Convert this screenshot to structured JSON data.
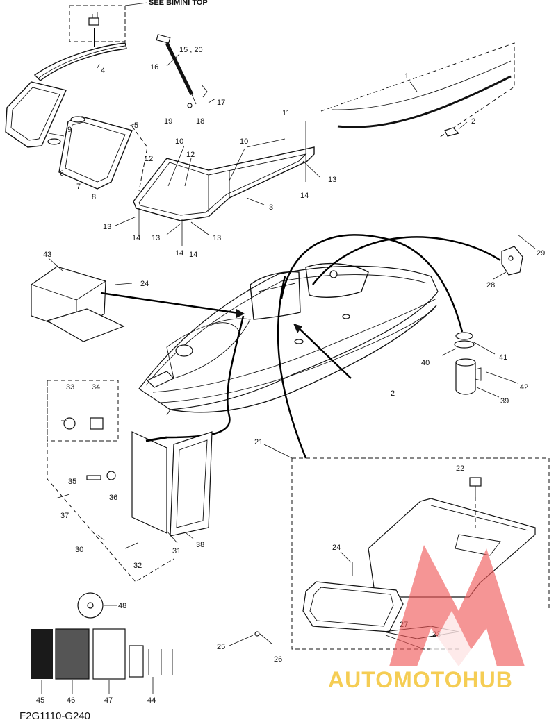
{
  "header_note": "SEE BIMINI TOP",
  "figure_code": "F2G1110-G240",
  "watermark": "AUTOMOTOHUB",
  "watermark_colors": {
    "accent": "#f05a5a",
    "gold": "#f5c842",
    "dark": "#1c1c1c"
  },
  "callouts": {
    "c1": "1",
    "c2a": "2",
    "c2b": "2",
    "c3": "3",
    "c4": "4",
    "c5": "5",
    "c6": "6",
    "c7": "7",
    "c8": "8",
    "c9": "9",
    "c10a": "10",
    "c10b": "10",
    "c11": "11",
    "c12a": "12",
    "c12b": "12",
    "c13a": "13",
    "c13b": "13",
    "c13c": "13",
    "c13d": "13",
    "c14a": "14",
    "c14b": "14",
    "c14c": "14",
    "c14d": "14",
    "c1520": "15 , 20",
    "c16": "16",
    "c17": "17",
    "c18": "18",
    "c19": "19",
    "c21": "21",
    "c22": "22",
    "c23": "23",
    "c24a": "24",
    "c24b": "24",
    "c25": "25",
    "c26": "26",
    "c27": "27",
    "c28": "28",
    "c29": "29",
    "c30": "30",
    "c31": "31",
    "c32": "32",
    "c33": "33",
    "c34": "34",
    "c35": "35",
    "c36": "36",
    "c37": "37",
    "c38": "38",
    "c39": "39",
    "c40": "40",
    "c41": "41",
    "c42": "42",
    "c43": "43",
    "c44": "44",
    "c45": "45",
    "c46": "46",
    "c47": "47",
    "c48": "48"
  }
}
